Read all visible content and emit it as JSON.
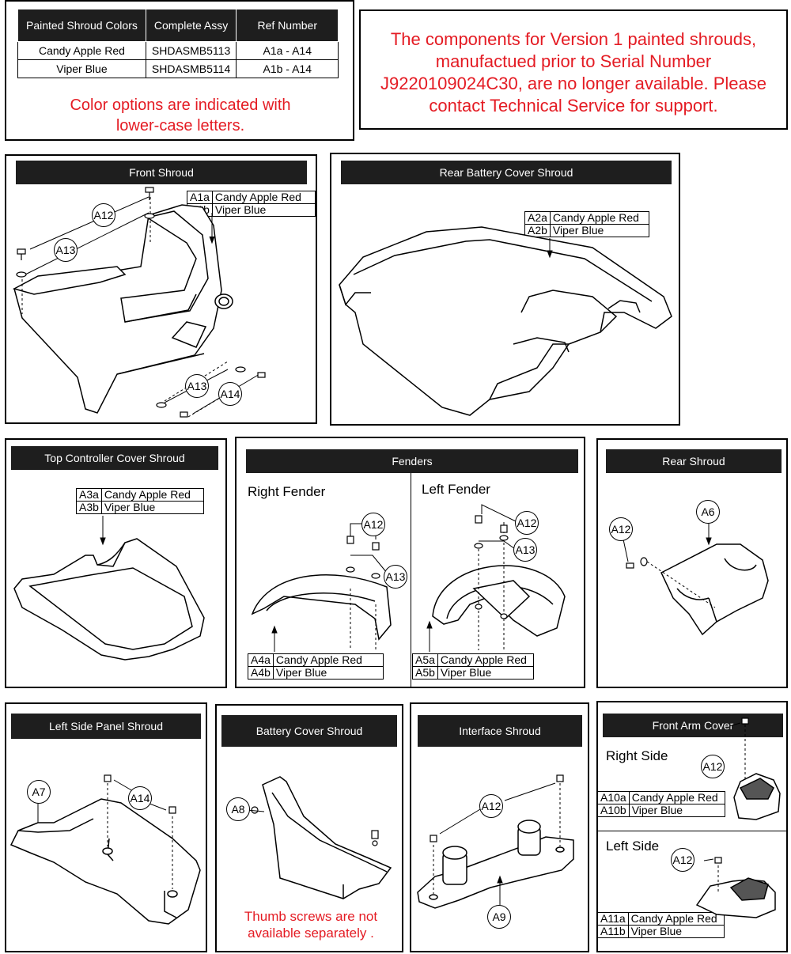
{
  "color_table": {
    "headers": [
      "Painted Shroud Colors",
      "Complete Assy",
      "Ref Number"
    ],
    "rows": [
      [
        "Candy Apple Red",
        "SHDASMB5113",
        "A1a - A14"
      ],
      [
        "Viper Blue",
        "SHDASMB5114",
        "A1b - A14"
      ]
    ],
    "note": "Color options are indicated with lower-case letters."
  },
  "notice": "The components for Version 1 painted shrouds, manufactued prior to Serial Number J9220109024C30, are no longer available. Please contact Technical Service for support.",
  "colors": {
    "header_bg": "#1e1e1e",
    "accent_red": "#e41b23"
  },
  "panels": {
    "front_shroud": {
      "title": "Front Shroud",
      "refs": [
        [
          "A1a",
          "Candy Apple Red"
        ],
        [
          "A1b",
          "Viper Blue"
        ]
      ],
      "callouts": [
        "A12",
        "A13",
        "A13",
        "A14"
      ]
    },
    "rear_battery": {
      "title": "Rear Battery Cover Shroud",
      "refs": [
        [
          "A2a",
          "Candy Apple Red"
        ],
        [
          "A2b",
          "Viper Blue"
        ]
      ]
    },
    "top_controller": {
      "title": "Top Controller Cover Shroud",
      "refs": [
        [
          "A3a",
          "Candy Apple Red"
        ],
        [
          "A3b",
          "Viper Blue"
        ]
      ]
    },
    "fenders": {
      "title": "Fenders",
      "right_label": "Right Fender",
      "left_label": "Left Fender",
      "right_refs": [
        [
          "A4a",
          "Candy Apple Red"
        ],
        [
          "A4b",
          "Viper Blue"
        ]
      ],
      "left_refs": [
        [
          "A5a",
          "Candy Apple Red"
        ],
        [
          "A5b",
          "Viper Blue"
        ]
      ],
      "callouts": [
        "A12",
        "A13",
        "A12",
        "A13"
      ]
    },
    "rear_shroud": {
      "title": "Rear Shroud",
      "callouts": [
        "A12",
        "A6"
      ]
    },
    "left_side_panel": {
      "title": "Left Side Panel Shroud",
      "callouts": [
        "A7",
        "A14"
      ]
    },
    "battery_cover": {
      "title": "Battery Cover Shroud",
      "callouts": [
        "A8"
      ],
      "note": "Thumb screws are not available separately ."
    },
    "interface": {
      "title": "Interface Shroud",
      "callouts": [
        "A12",
        "A9"
      ]
    },
    "front_arm": {
      "title": "Front Arm Cover",
      "right_label": "Right Side",
      "left_label": "Left Side",
      "right_refs": [
        [
          "A10a",
          "Candy Apple Red"
        ],
        [
          "A10b",
          "Viper Blue"
        ]
      ],
      "left_refs": [
        [
          "A11a",
          "Candy Apple Red"
        ],
        [
          "A11b",
          "Viper Blue"
        ]
      ],
      "callouts": [
        "A12",
        "A12"
      ]
    }
  }
}
